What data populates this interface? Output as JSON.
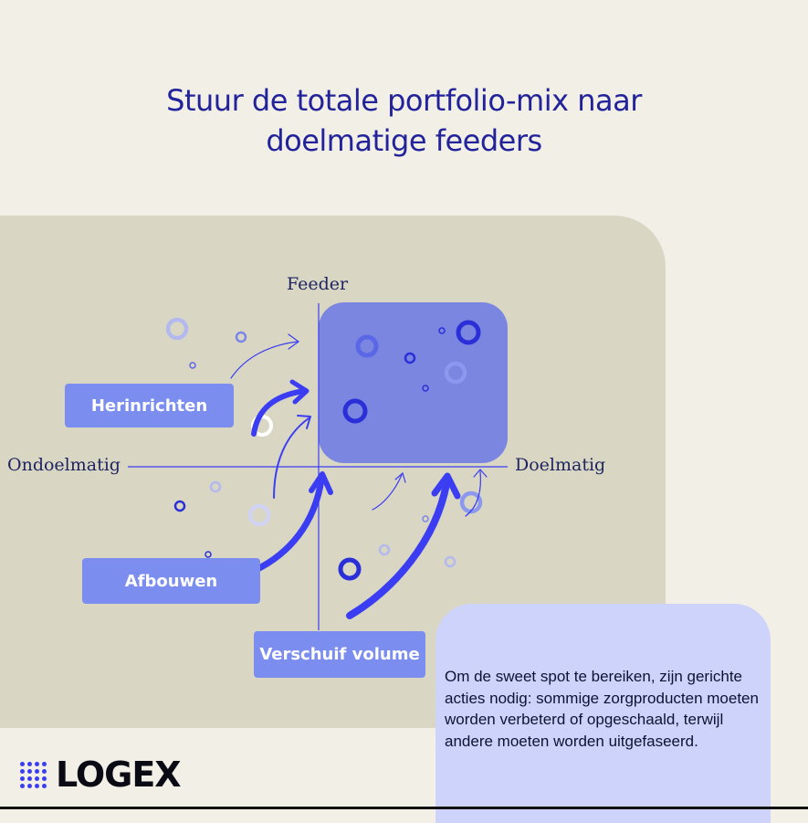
{
  "title": {
    "line1": "Stuur de totale portfolio-mix naar",
    "line2": "doelmatige feeders"
  },
  "axes": {
    "top": "Feeder",
    "left": "Ondoelmatig",
    "right": "Doelmatig"
  },
  "actions": {
    "herinrichten": "Herinrichten",
    "afbouwen": "Afbouwen",
    "verschuif": "Verschuif volume"
  },
  "note": {
    "text": "Om de sweet spot te bereiken, zijn gerichte acties nodig: sommige zorgproducten moeten worden verbeterd of opgeschaald, terwijl andere moeten worden uitgefaseerd."
  },
  "logo": {
    "text": "LOGEX"
  },
  "colors": {
    "accent": "#3b3df2",
    "title": "#22229a",
    "panel": "#d9d7c3",
    "sweet_spot": "#7a86e0",
    "note_bg": "#cdd3fb"
  }
}
